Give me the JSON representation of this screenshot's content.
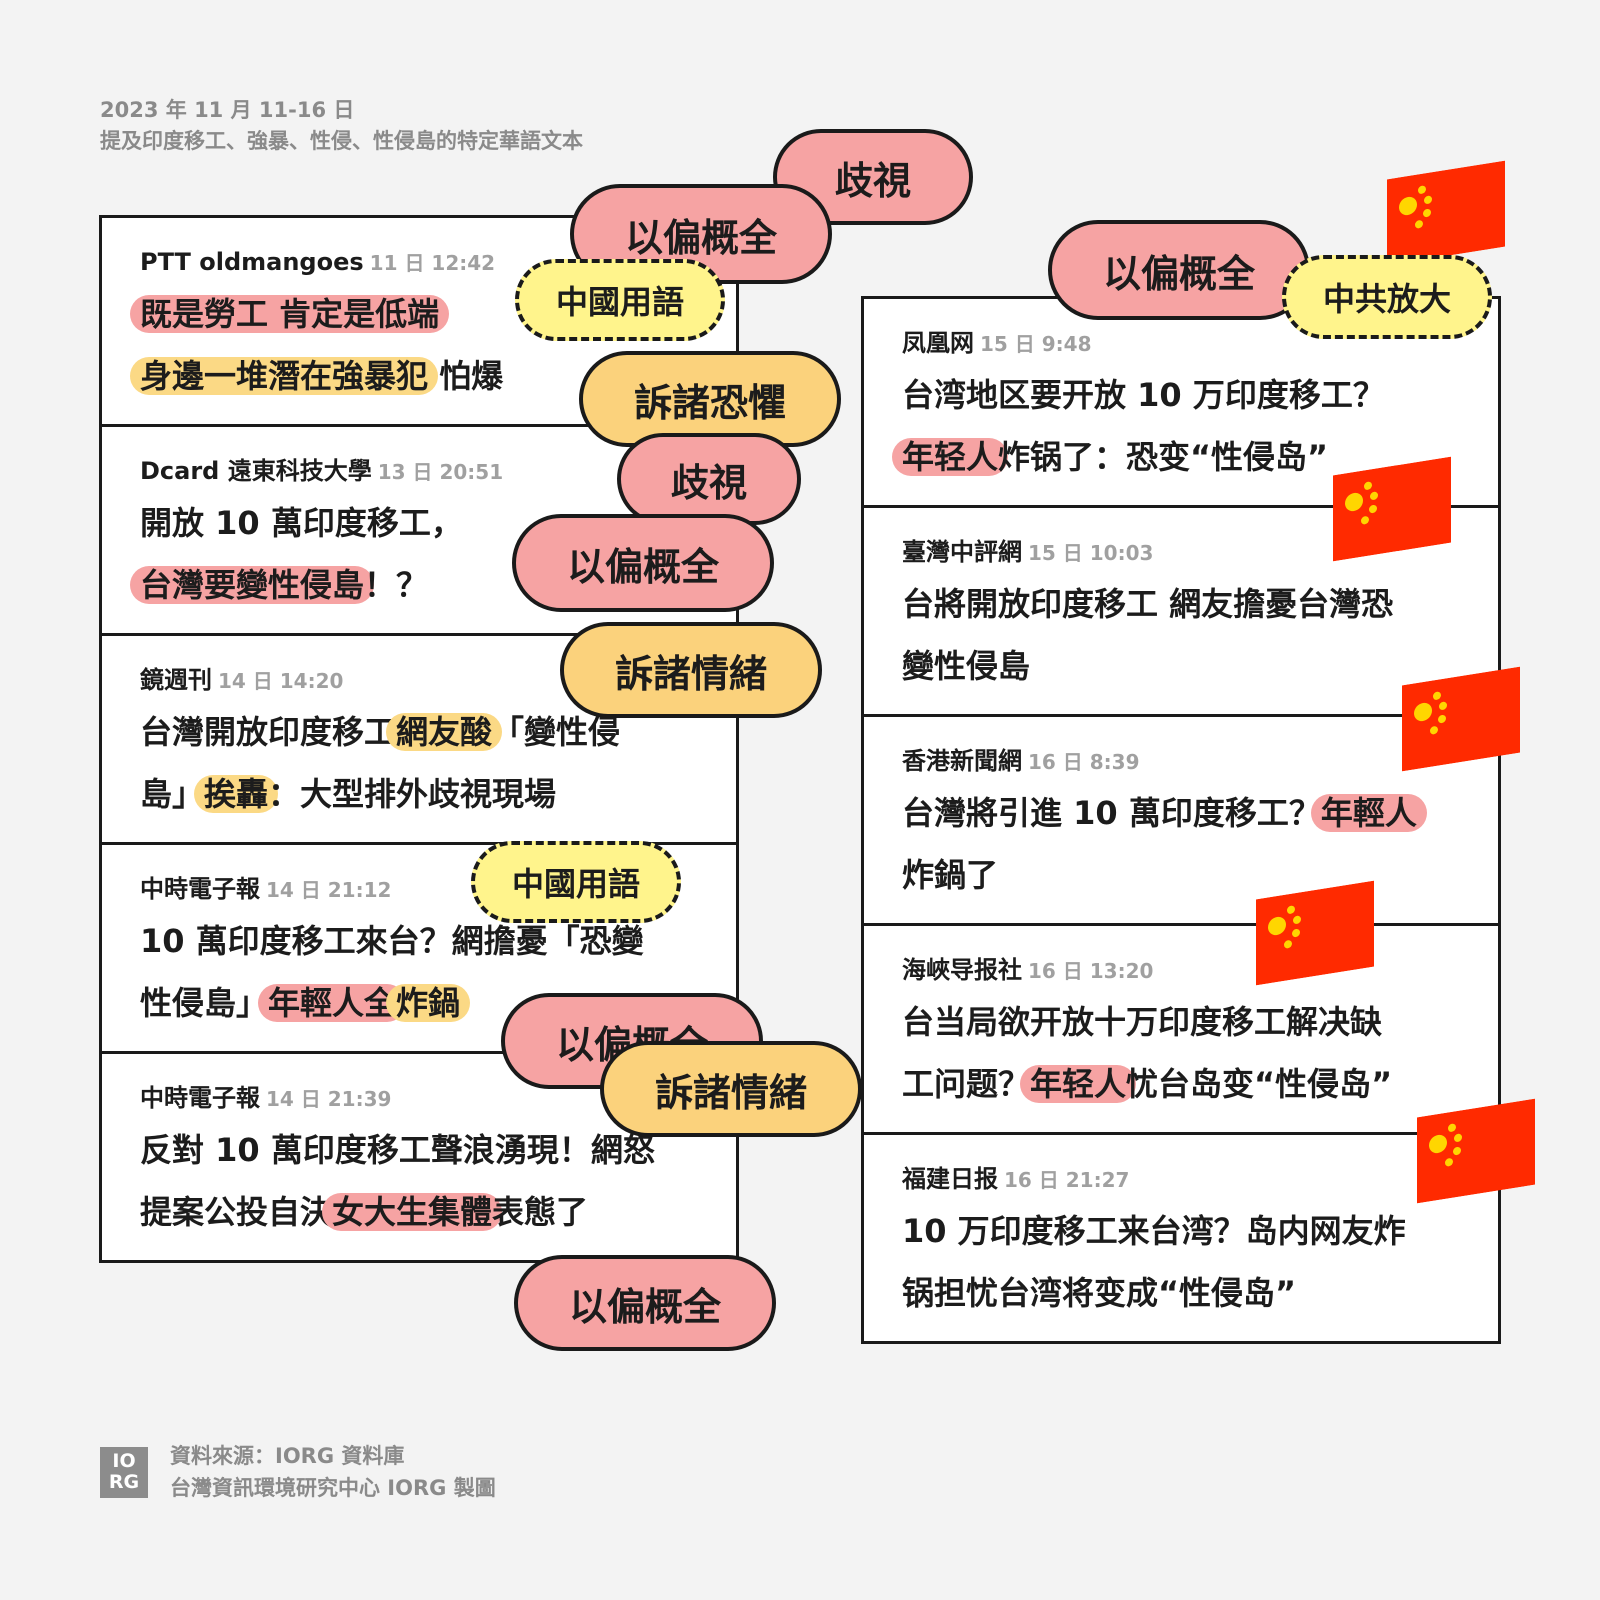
{
  "header": {
    "date": "2023 年 11 月 11-16 日",
    "subtitle": "提及印度移工、強暴、性侵、性侵島的特定華語文本"
  },
  "left_cards": [
    {
      "source": "PTT oldmangoes",
      "time": "11 日 12:42",
      "line1": {
        "pre": "",
        "hl": "既是勞工 肯定是低端",
        "hl_color": "red",
        "post": ""
      },
      "line2": {
        "pre": "",
        "hl": "身邊一堆潛在強暴犯",
        "hl_color": "yellow",
        "post": " 怕爆"
      }
    },
    {
      "source": "Dcard 遠東科技大學",
      "time": "13 日 20:51",
      "line1": {
        "pre": "開放 10 萬印度移工，",
        "hl": "",
        "hl_color": "red",
        "post": ""
      },
      "line2": {
        "pre": "",
        "hl": "台灣要變性侵島",
        "hl_color": "red",
        "post": "！？"
      }
    },
    {
      "source": "鏡週刊",
      "time": "14 日 14:20",
      "line1": {
        "pre": "台灣開放印度移工",
        "hl": "網友酸",
        "hl_color": "yellow",
        "post": "「變性侵"
      },
      "line2": {
        "pre": "島」",
        "hl": "挨轟",
        "hl_color": "yellow",
        "post": "：大型排外歧視現場"
      }
    },
    {
      "source": "中時電子報",
      "time": "14 日 21:12",
      "line1": {
        "pre": "10 萬印度移工來台？網擔憂「恐變",
        "hl": "",
        "hl_color": "red",
        "post": ""
      },
      "line2": {
        "pre": "性侵島」",
        "hl": "年輕人全",
        "hl_color": "red",
        "hl2": "炸鍋",
        "hl2_color": "yellow",
        "post": ""
      }
    },
    {
      "source": "中時電子報",
      "time": "14 日 21:39",
      "line1": {
        "pre": "反對 10 萬印度移工聲浪湧現！網怒",
        "hl": "",
        "hl_color": "red",
        "post": ""
      },
      "line2": {
        "pre": "提案公投自決",
        "hl": "女大生集體",
        "hl_color": "red",
        "post": "表態了"
      }
    }
  ],
  "right_cards": [
    {
      "source": "凤凰网",
      "time": "15 日 9:48",
      "line1": {
        "pre": "台湾地区要开放 10 万印度移工？",
        "hl": "",
        "hl_color": "red",
        "post": ""
      },
      "line2": {
        "pre": "",
        "hl": "年轻人",
        "hl_color": "red",
        "post": "炸锅了：恐变“性侵岛”"
      }
    },
    {
      "source": "臺灣中評網",
      "time": "15 日 10:03",
      "line1": {
        "pre": "台將開放印度移工 網友擔憂台灣恐",
        "hl": "",
        "hl_color": "red",
        "post": ""
      },
      "line2": {
        "pre": "變性侵島",
        "hl": "",
        "hl_color": "red",
        "post": ""
      }
    },
    {
      "source": "香港新聞網",
      "time": "16 日 8:39",
      "line1": {
        "pre": "台灣將引進 10 萬印度移工？",
        "hl": "年輕人",
        "hl_color": "red",
        "post": ""
      },
      "line2": {
        "pre": "炸鍋了",
        "hl": "",
        "hl_color": "red",
        "post": ""
      }
    },
    {
      "source": "海峽导报社",
      "time": "16 日 13:20",
      "line1": {
        "pre": "台当局欲开放十万印度移工解决缺",
        "hl": "",
        "hl_color": "red",
        "post": ""
      },
      "line2": {
        "pre": "工问题？",
        "hl": "年轻人",
        "hl_color": "red",
        "post": "忧台岛变“性侵岛”"
      }
    },
    {
      "source": "福建日报",
      "time": "16 日 21:27",
      "line1": {
        "pre": "10 万印度移工来台湾？岛内网友炸",
        "hl": "",
        "hl_color": "red",
        "post": ""
      },
      "line2": {
        "pre": "锅担忧台湾将变成“性侵岛”",
        "hl": "",
        "hl_color": "red",
        "post": ""
      }
    }
  ],
  "tags": [
    {
      "text": "歧視",
      "style": "red"
    },
    {
      "text": "以偏概全",
      "style": "red"
    },
    {
      "text": "中國用語",
      "style": "dashed"
    },
    {
      "text": "訴諸恐懼",
      "style": "orange"
    },
    {
      "text": "歧視",
      "style": "red"
    },
    {
      "text": "以偏概全",
      "style": "red"
    },
    {
      "text": "訴諸情緒",
      "style": "orange"
    },
    {
      "text": "中國用語",
      "style": "dashed"
    },
    {
      "text": "以偏概全",
      "style": "red"
    },
    {
      "text": "訴諸情緒",
      "style": "orange"
    },
    {
      "text": "以偏概全",
      "style": "red"
    },
    {
      "text": "以偏概全",
      "style": "red"
    },
    {
      "text": "中共放大",
      "style": "dashed"
    }
  ],
  "flag_icon": "china-flag-icon",
  "colors": {
    "highlight_red": "#f6a3a3",
    "highlight_yellow": "#fbd985",
    "tag_dashed": "#fff48c",
    "flag_red": "#ff2a00",
    "flag_star": "#ffd600"
  },
  "footer": {
    "logo_top": "IO",
    "logo_bottom": "RG",
    "source": "資料來源：IORG 資料庫",
    "credit": "台灣資訊環境研究中心 IORG 製圖"
  }
}
